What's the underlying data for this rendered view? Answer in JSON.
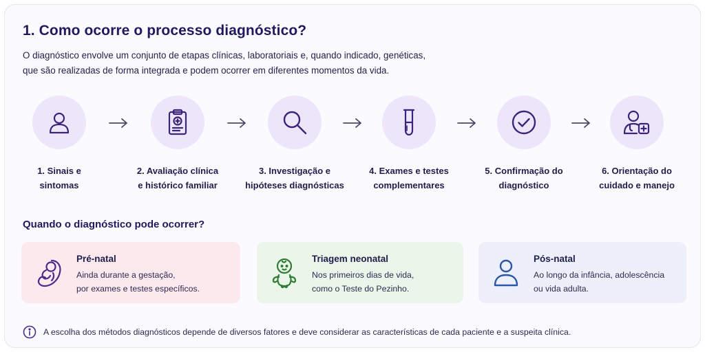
{
  "header": {
    "title": "1. Como ocorre o processo diagnóstico?",
    "intro_line1": "O diagnóstico envolve um conjunto de etapas clínicas, laboratoriais e, quando indicado, genéticas,",
    "intro_line2": "que são realizadas de forma integrada e podem ocorrer em diferentes momentos da vida."
  },
  "steps": [
    {
      "icon": "person-icon",
      "line1": "1. Sinais e",
      "line2": "sintomas"
    },
    {
      "icon": "clipboard-medical-icon",
      "line1": "2. Avaliação clínica",
      "line2": "e histórico familiar"
    },
    {
      "icon": "magnifier-icon",
      "line1": "3. Investigação e",
      "line2": "hipóteses diagnósticas"
    },
    {
      "icon": "test-tube-icon",
      "line1": "4. Exames e testes",
      "line2": "complementares"
    },
    {
      "icon": "check-circle-icon",
      "line1": "5. Confirmação do",
      "line2": "diagnóstico"
    },
    {
      "icon": "doctor-icon",
      "line1": "6. Orientação do",
      "line2": "cuidado e manejo"
    }
  ],
  "timing": {
    "title": "Quando o diagnóstico pode ocorrer?",
    "phases": [
      {
        "icon": "fetus-icon",
        "title": "Pré-natal",
        "desc1": "Ainda durante a gestação,",
        "desc2": "por exames e testes específicos.",
        "bg": "#fbe9ee",
        "color": "#4a2a8a"
      },
      {
        "icon": "baby-icon",
        "title": "Triagem neonatal",
        "desc1": "Nos primeiros dias de vida,",
        "desc2": "como o Teste do Pezinho.",
        "bg": "#eaf6ea",
        "color": "#2e7d32"
      },
      {
        "icon": "person-icon",
        "title": "Pós-natal",
        "desc1": "Ao longo da infância, adolescência",
        "desc2": "ou vida adulta.",
        "bg": "#edf0fb",
        "color": "#2a56a8"
      }
    ]
  },
  "footer": {
    "icon": "info-icon",
    "note": "A escolha dos métodos diagnósticos depende de diversos fatores e deve considerar as características de cada paciente e a suspeita clínica."
  },
  "colors": {
    "accent": "#4a2a8a",
    "circle_bg": "#ede6fb"
  }
}
